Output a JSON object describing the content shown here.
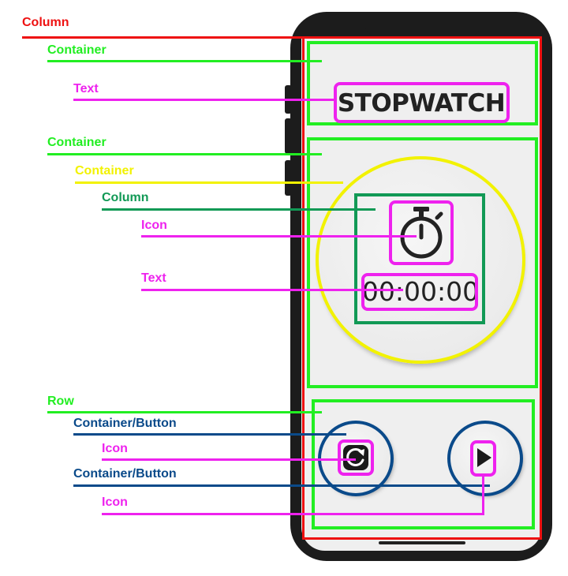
{
  "labels": {
    "column_outer": "Column",
    "container_header": "Container",
    "text_title": "Text",
    "container_body": "Container",
    "container_circle": "Container",
    "column_inner": "Column",
    "icon_stopwatch": "Icon",
    "text_time": "Text",
    "row_controls": "Row",
    "button_reset": "Container/Button",
    "icon_reset": "Icon",
    "button_play": "Container/Button",
    "icon_play": "Icon"
  },
  "app": {
    "title": "STOPWATCH",
    "time": "00:00:00",
    "icons": [
      "stopwatch-icon",
      "refresh-icon",
      "play-icon"
    ]
  },
  "colors": {
    "column": "#ee1111",
    "container": "#22ee22",
    "circle_container": "#f2f200",
    "inner_column": "#119955",
    "widget": "#ee22ee",
    "button": "#0a4a8a"
  }
}
